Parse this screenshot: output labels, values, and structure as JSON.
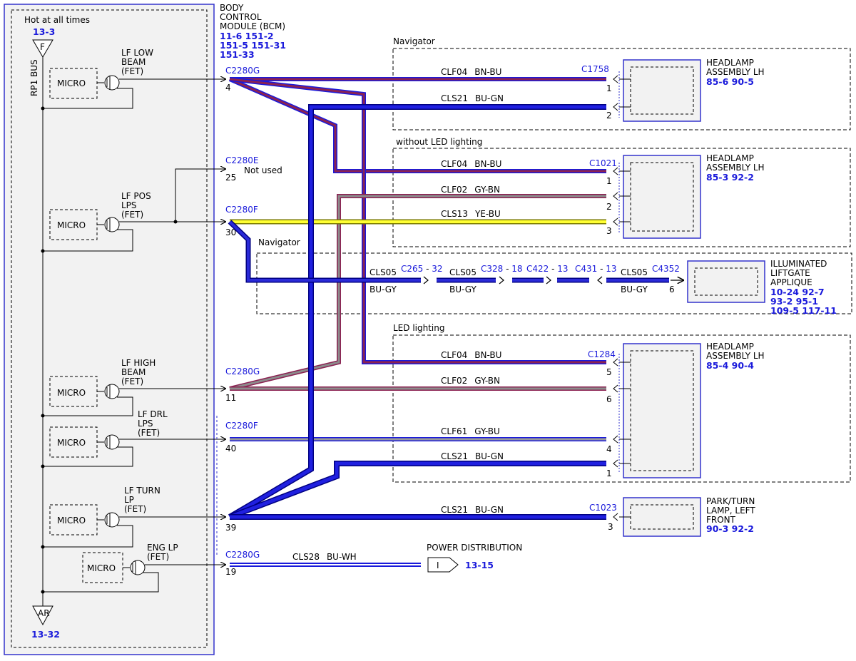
{
  "colors": {
    "blue_ref": "#1a1adb",
    "module_bg": "#f2f2f2",
    "module_border": "#3333cc",
    "wire_bn_bu": "#8b2252",
    "wire_bu_gn": "#1a1adb",
    "wire_gy_bn": "#8c8c8c",
    "wire_ye_bu": "#e8e800",
    "wire_gy_bu": "#8c8c8c",
    "wire_bu_wh": "#1a1adb"
  },
  "bcm": {
    "title_lines": [
      "BODY",
      "CONTROL",
      "MODULE (BCM)"
    ],
    "refs": [
      "11-6   151-2",
      "151-5  151-31",
      "151-33"
    ],
    "hot_label": "Hot at all times",
    "top_ref": "13-3",
    "top_fuse": "F",
    "bus_label": "RP1 BUS",
    "bottom_fuse": "AR",
    "bottom_ref": "13-32",
    "micro_label": "MICRO"
  },
  "outputs": {
    "lf_low_beam": [
      "LF LOW",
      "BEAM",
      "(FET)"
    ],
    "lf_pos": [
      "LF POS",
      "LPS",
      "(FET)"
    ],
    "lf_high_beam": [
      "LF HIGH",
      "BEAM",
      "(FET)"
    ],
    "lf_drl": [
      "LF DRL",
      "LPS",
      "(FET)"
    ],
    "lf_turn": [
      "LF TURN",
      "LP",
      "(FET)"
    ],
    "eng_lp": [
      "ENG LP",
      "(FET)"
    ]
  },
  "connectors": {
    "c2280g_a": {
      "name": "C2280G",
      "pin": "4"
    },
    "c2280e": {
      "name": "C2280E",
      "pin": "25",
      "note": "Not used"
    },
    "c2280f_a": {
      "name": "C2280F",
      "pin": "30"
    },
    "c2280g_b": {
      "name": "C2280G",
      "pin": "11"
    },
    "c2280f_b": {
      "name": "C2280F",
      "pin": "40"
    },
    "turn_pin": {
      "pin": "39"
    },
    "c2280g_c": {
      "name": "C2280G",
      "pin": "19"
    }
  },
  "groups": {
    "navigator_top": "Navigator",
    "without_led": "without LED lighting",
    "navigator_mid": "Navigator",
    "led_lighting": "LED lighting"
  },
  "wires": {
    "w1": {
      "circuit": "CLF04",
      "color": "BN-BU"
    },
    "w2": {
      "circuit": "CLS21",
      "color": "BU-GN"
    },
    "w3": {
      "circuit": "CLF04",
      "color": "BN-BU"
    },
    "w4": {
      "circuit": "CLF02",
      "color": "GY-BN"
    },
    "w5": {
      "circuit": "CLS13",
      "color": "YE-BU"
    },
    "w6a": {
      "circuit": "CLS05",
      "color": "BU-GY"
    },
    "w6b": {
      "circuit": "CLS05",
      "color": "BU-GY"
    },
    "w6c": {
      "circuit": "CLS05",
      "color": "BU-GY"
    },
    "w7": {
      "circuit": "CLF04",
      "color": "BN-BU"
    },
    "w8": {
      "circuit": "CLF02",
      "color": "GY-BN"
    },
    "w9": {
      "circuit": "CLF61",
      "color": "GY-BU"
    },
    "w10": {
      "circuit": "CLS21",
      "color": "BU-GN"
    },
    "w11": {
      "circuit": "CLS21",
      "color": "BU-GN"
    },
    "w12": {
      "circuit": "CLS28",
      "color": "BU-WH"
    }
  },
  "inline": {
    "c265": "C265",
    "c265_pin": "32",
    "c328": "C328",
    "c328_pin": "18",
    "c422": "C422",
    "c422_pin": "13",
    "c431": "C431",
    "c431_pin": "13",
    "c4352": "C4352",
    "c4352_pin": "6"
  },
  "devices": {
    "headlamp1": {
      "conn": "C1758",
      "lines": [
        "HEADLAMP",
        "ASSEMBLY LH"
      ],
      "refs": "85-6   90-5",
      "pins": [
        "1",
        "2"
      ]
    },
    "headlamp2": {
      "conn": "C1021",
      "lines": [
        "HEADLAMP",
        "ASSEMBLY LH"
      ],
      "refs": "85-3   92-2",
      "pins": [
        "1",
        "2",
        "3"
      ]
    },
    "applique": {
      "lines": [
        "ILLUMINATED",
        "LIFTGATE",
        "APPLIQUE"
      ],
      "refs": [
        "10-24  92-7",
        "93-2   95-1",
        "109-5  117-11"
      ]
    },
    "headlamp3": {
      "conn": "C1284",
      "lines": [
        "HEADLAMP",
        "ASSEMBLY LH"
      ],
      "refs": "85-4   90-4",
      "pins": [
        "5",
        "6",
        "4",
        "1"
      ]
    },
    "park_turn": {
      "conn": "C1023",
      "lines": [
        "PARK/TURN",
        "LAMP, LEFT",
        "FRONT"
      ],
      "refs": "90-3   92-2",
      "pins": [
        "3"
      ]
    },
    "power_dist": {
      "label": "POWER DISTRIBUTION",
      "symbol": "I",
      "ref": "13-15"
    }
  }
}
